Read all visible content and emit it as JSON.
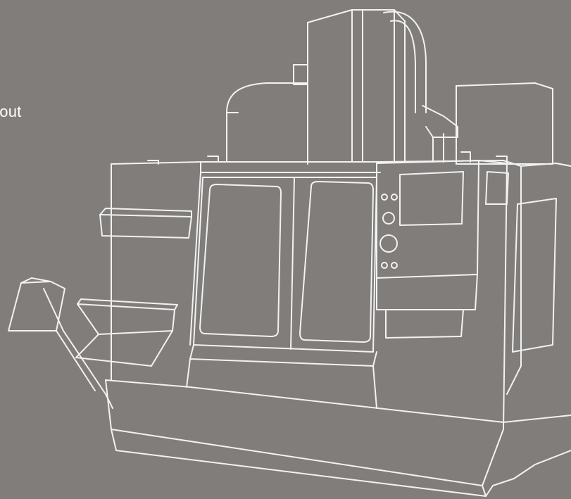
{
  "caption": {
    "text": "ughout"
  },
  "illustration": {
    "subject": "cnc-vertical-machining-center",
    "style": "white line drawing on grey",
    "colors": {
      "background": "#807d7b",
      "line": "#f2f2f2"
    }
  }
}
